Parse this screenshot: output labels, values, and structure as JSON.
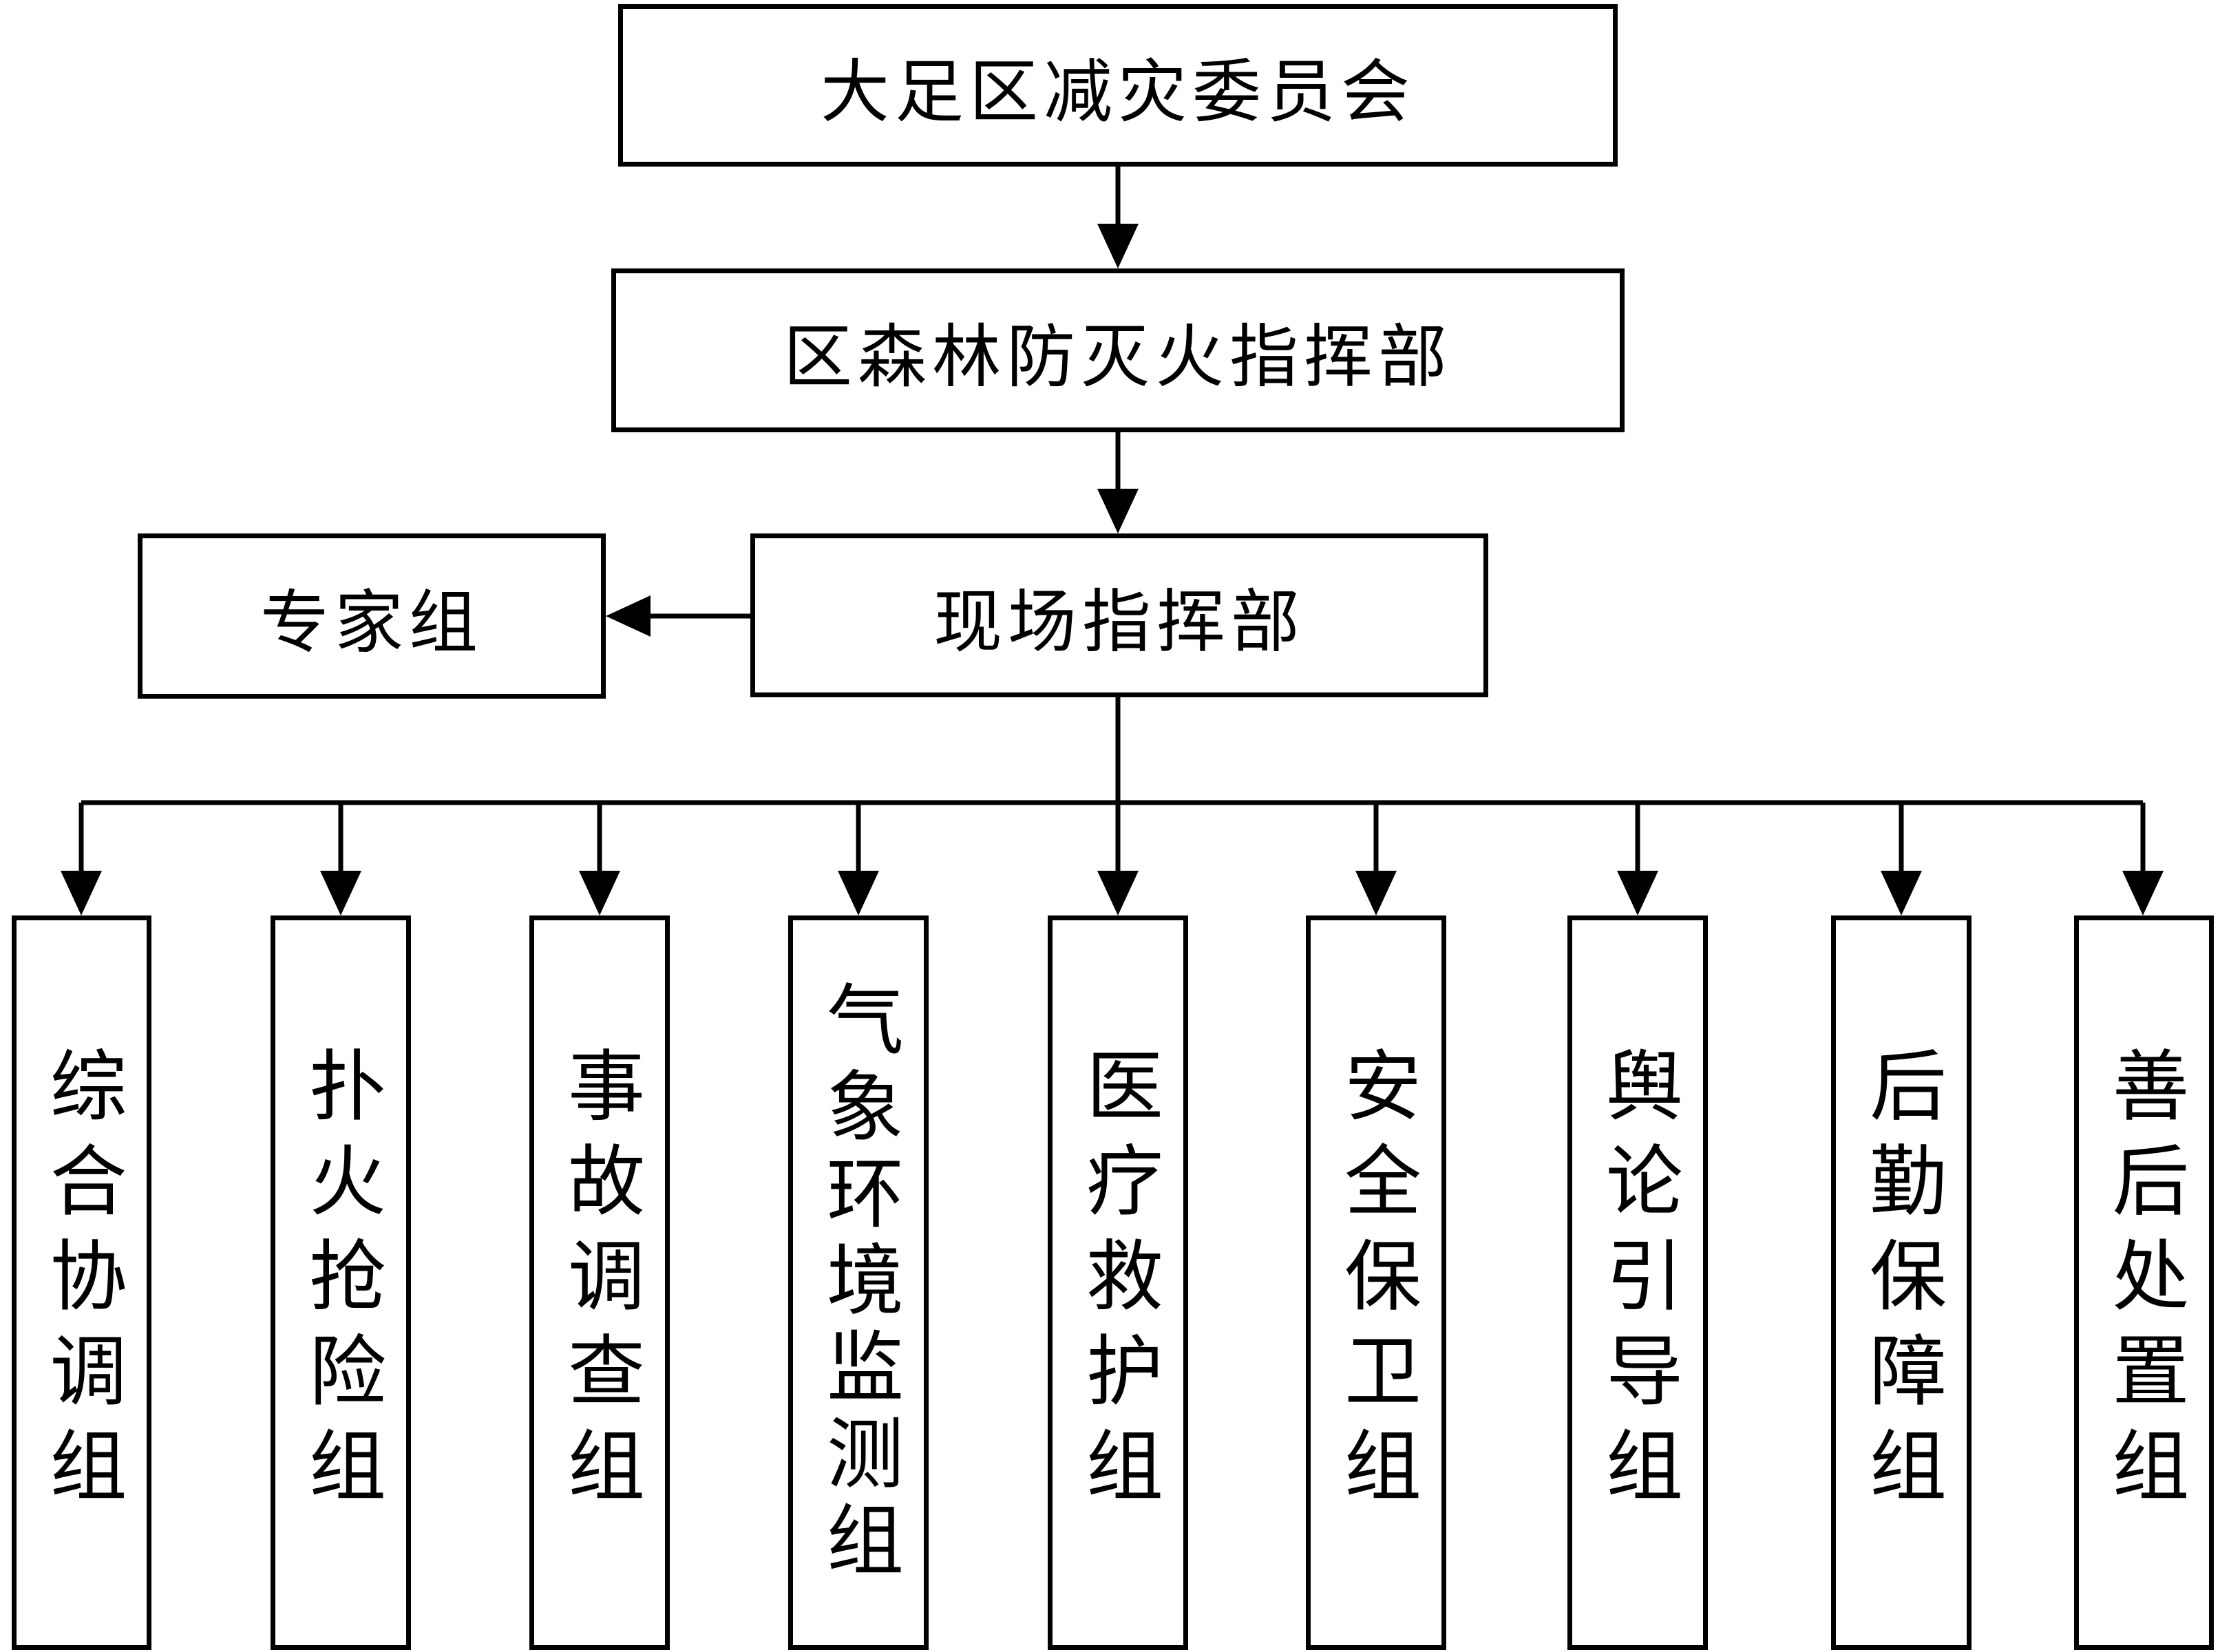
{
  "diagram": {
    "top": "大足区减灾委员会",
    "command": "区森林防灭火指挥部",
    "field": "现场指挥部",
    "experts": "专家组",
    "groups": [
      "综合协调组",
      "扑火抢险组",
      "事故调查组",
      "气象环境监测组",
      "医疗救护组",
      "安全保卫组",
      "舆论引导组",
      "后勤保障组",
      "善后处置组"
    ]
  }
}
